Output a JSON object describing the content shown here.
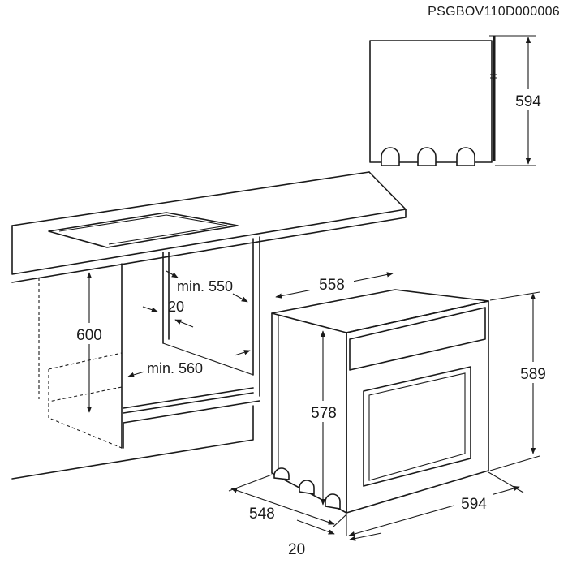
{
  "diagram_code": "PSGBOV110D000006",
  "side_view": {
    "height_label": "594"
  },
  "cabinet": {
    "height_label": "600",
    "min_depth_label": "min. 550",
    "gap_label": "20",
    "min_width_label": "min. 560"
  },
  "oven": {
    "body_width_label": "558",
    "body_height_label": "578",
    "body_depth_label": "548",
    "front_height_label": "589",
    "front_width_label": "594",
    "front_thickness_label": "20"
  }
}
